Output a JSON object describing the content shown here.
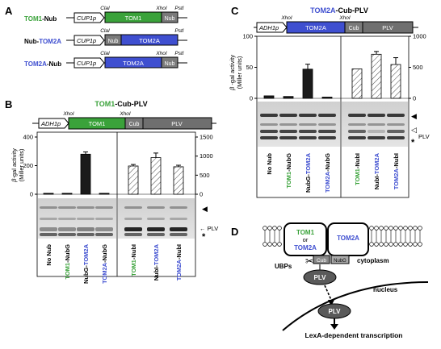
{
  "colors": {
    "green": "#3aa23a",
    "blue": "#3f4fd0",
    "cub": "#7a7a7a",
    "plv": "#6f6f6f",
    "black": "#1a1a1a"
  },
  "panelA": {
    "label": "A",
    "rows": [
      {
        "name_colored": "TOM1",
        "name_suffix": "-Nub",
        "promoter": "CUP1p",
        "site1": "ClaI",
        "site2": "XhoI",
        "site3": "PstI",
        "gene": "TOM1",
        "tag": "Nub",
        "tag_first": false,
        "color": "green"
      },
      {
        "name_prefix": "Nub-",
        "name_colored": "TOM2A",
        "promoter": "CUP1p",
        "site1": "ClaI",
        "site3": "PstI",
        "gene": "TOM2A",
        "tag": "Nub",
        "tag_first": true,
        "color": "blue"
      },
      {
        "name_colored": "TOM2A",
        "name_suffix": "-Nub",
        "promoter": "CUP1p",
        "site1": "ClaI",
        "site2": "XhoI",
        "site3": "PstI",
        "gene": "TOM2A",
        "tag": "Nub",
        "tag_first": false,
        "color": "blue"
      }
    ]
  },
  "panelB": {
    "label": "B",
    "title_colored": "TOM1",
    "title_suffix": "-Cub-PLV",
    "construct": {
      "promoter": "ADH1p",
      "site1": "XhoI",
      "site2": "XhoI",
      "gene": "TOM1",
      "cub": "Cub",
      "plv": "PLV"
    },
    "ylabel_greek": "β",
    "ylabel_rest": "-gal activity",
    "ylabel_units": "(Miller units)",
    "y_left_ticks": [
      "400",
      "200",
      "0"
    ],
    "y_right_ticks": [
      "1500",
      "1000",
      "500",
      "0"
    ],
    "blot_label": "PLV",
    "star": "*",
    "arrowhead": "◀",
    "lanes": [
      {
        "text": "No Nub"
      },
      {
        "colored": "TOM1",
        "suffix": "-NubG",
        "color": "green"
      },
      {
        "prefix": "NubG-",
        "colored": "TOM2A",
        "color": "blue"
      },
      {
        "colored": "TOM2A",
        "suffix": "-NubG",
        "color": "blue"
      },
      {
        "colored": "TOM1",
        "suffix": "-NubI",
        "color": "green"
      },
      {
        "prefix": "NubI-",
        "colored": "TOM2A",
        "color": "blue"
      },
      {
        "colored": "TOM2A",
        "suffix": "-NubI",
        "color": "blue"
      }
    ]
  },
  "panelC": {
    "label": "C",
    "title_colored": "TOM2A",
    "title_suffix": "-Cub-PLV",
    "construct": {
      "promoter": "ADH1p",
      "site1": "XhoI",
      "site2": "XhoI",
      "gene": "TOM2A",
      "cub": "Cub",
      "plv": "PLV"
    },
    "ylabel_greek": "β",
    "ylabel_rest": " -gal activity",
    "ylabel_units": "(Miller units)",
    "y_left_ticks": [
      "100",
      "50",
      "0"
    ],
    "y_right_ticks": [
      "1000",
      "500",
      "0"
    ],
    "blot_label": "PLV",
    "star": "*",
    "arrowhead": "◀",
    "lanes": [
      {
        "text": "No Nub"
      },
      {
        "colored": "TOM1",
        "suffix": "-NubG",
        "color": "green"
      },
      {
        "prefix": "NubG-",
        "colored": "TOM2A",
        "color": "blue"
      },
      {
        "colored": "TOM2A",
        "suffix": "-NubG",
        "color": "blue"
      },
      {
        "colored": "TOM1",
        "suffix": "-NubI",
        "color": "green"
      },
      {
        "prefix": "NubI-",
        "colored": "TOM2A",
        "color": "blue"
      },
      {
        "colored": "TOM2A",
        "suffix": "-NubI",
        "color": "blue"
      }
    ]
  },
  "panelD": {
    "label": "D",
    "tom1": "TOM1",
    "or": "or",
    "tom2a_a": "TOM2A",
    "tom2a_b": "TOM2A",
    "cub": "Cub",
    "nubg": "NubG",
    "ubps": "UBPs",
    "plv": "PLV",
    "cytoplasm": "cytoplasm",
    "nucleus": "nucleus",
    "lexa": "LexA-dependent transcription"
  },
  "chart_data": [
    {
      "type": "bar",
      "title": "TOM1-Cub-PLV",
      "ylabel": "β-gal activity (Miller units)",
      "categories": [
        "No Nub",
        "TOM1-NubG",
        "NubG-TOM2A",
        "TOM2A-NubG",
        "TOM1-NubI",
        "NubI-TOM2A",
        "TOM2A-NubI"
      ],
      "series": [
        {
          "values": [
            2,
            2,
            280,
            2,
            740,
            960,
            720
          ]
        }
      ],
      "ylim_left": [
        0,
        400
      ],
      "ylim_right": [
        0,
        1500
      ],
      "axis_note": "lanes 1-4 on left axis, lanes 5-7 on right axis",
      "hatched": [
        false,
        false,
        false,
        false,
        true,
        true,
        true
      ]
    },
    {
      "type": "bar",
      "title": "TOM2A-Cub-PLV",
      "ylabel": "β-gal activity (Miller units)",
      "categories": [
        "No Nub",
        "TOM1-NubG",
        "NubG-TOM2A",
        "TOM2A-NubG",
        "TOM1-NubI",
        "NubI-TOM2A",
        "TOM2A-NubI"
      ],
      "series": [
        {
          "values": [
            4,
            3,
            47,
            2,
            475,
            710,
            545
          ]
        }
      ],
      "ylim_left": [
        0,
        100
      ],
      "ylim_right": [
        0,
        1000
      ],
      "axis_note": "lanes 1-4 on left axis, lanes 5-7 on right axis",
      "hatched": [
        false,
        false,
        false,
        false,
        true,
        true,
        true
      ]
    }
  ]
}
